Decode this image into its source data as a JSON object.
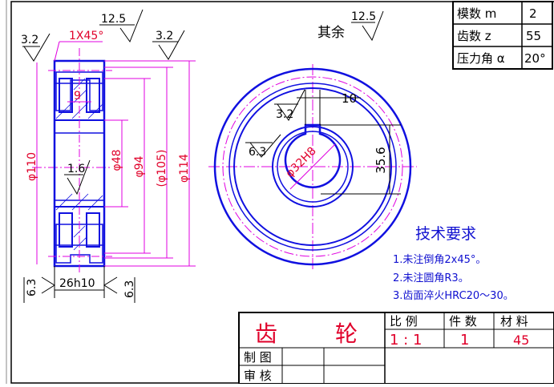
{
  "params": {
    "rows": [
      {
        "label": "模数 m",
        "value": "2"
      },
      {
        "label": "齿数 z",
        "value": "55"
      },
      {
        "label": "压力角 α",
        "value": "20°"
      }
    ]
  },
  "roughness": {
    "top_left": "3.2",
    "top_mid": "12.5",
    "top_right": "3.2",
    "other": "12.5",
    "other_label": "其余",
    "keyway": "3.2",
    "bore": "6.3",
    "bore_inner": "1.6",
    "bottom_left": "6.3",
    "bottom_right": "6.3"
  },
  "side_view": {
    "chamfer": "1X45°",
    "web_thickness": "9",
    "dia_110": "φ110",
    "dia_48": "φ48",
    "dia_94": "φ94",
    "dia_105": "(φ105)",
    "dia_114": "φ114",
    "width": "26h10"
  },
  "front_view": {
    "keyway_width": "10",
    "bore": "φ32H8",
    "keyway_depth": "35.6"
  },
  "tech_req": {
    "title": "技术要求",
    "items": [
      "1.未注倒角2x45°。",
      "2.未注圆角R3。",
      "3.齿面淬火HRC20～30。"
    ]
  },
  "title_block": {
    "part_name_1": "齿",
    "part_name_2": "轮",
    "scale_label": "比  例",
    "qty_label": "件  数",
    "material_label": "材  料",
    "scale_value": "1 : 1",
    "qty_value": "1",
    "material_value": "45",
    "drawn_label": "制  图",
    "checked_label": "审  核"
  }
}
